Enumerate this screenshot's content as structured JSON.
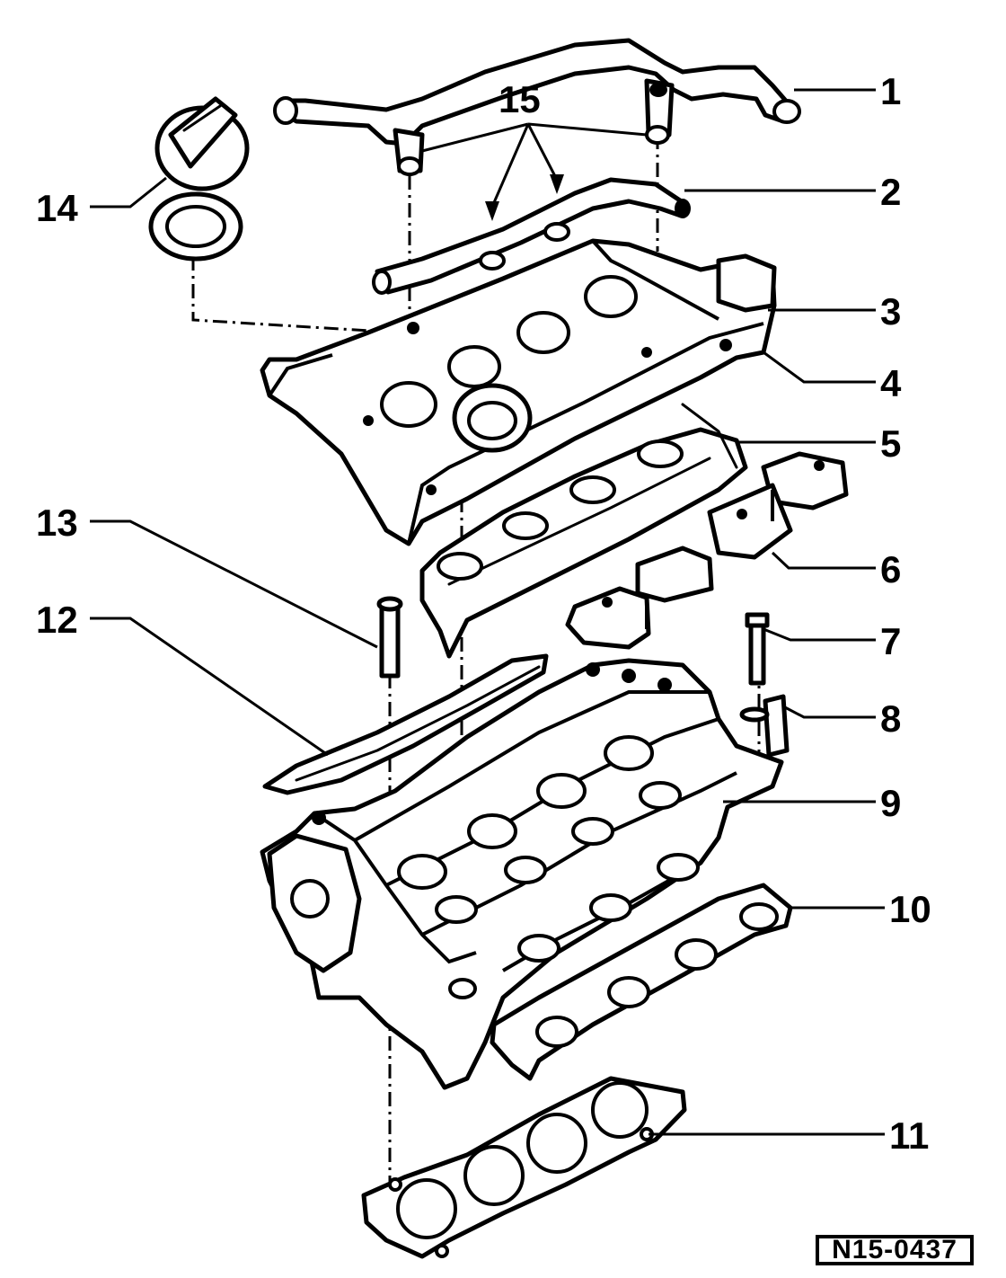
{
  "diagram": {
    "reference_code": "N15-0437",
    "callouts": [
      {
        "id": "1",
        "label": "1"
      },
      {
        "id": "2",
        "label": "2"
      },
      {
        "id": "3",
        "label": "3"
      },
      {
        "id": "4",
        "label": "4"
      },
      {
        "id": "5",
        "label": "5"
      },
      {
        "id": "6",
        "label": "6"
      },
      {
        "id": "7",
        "label": "7"
      },
      {
        "id": "8",
        "label": "8"
      },
      {
        "id": "9",
        "label": "9"
      },
      {
        "id": "10",
        "label": "10"
      },
      {
        "id": "11",
        "label": "11"
      },
      {
        "id": "12",
        "label": "12"
      },
      {
        "id": "13",
        "label": "13"
      },
      {
        "id": "14",
        "label": "14"
      },
      {
        "id": "15",
        "label": "15"
      }
    ]
  }
}
